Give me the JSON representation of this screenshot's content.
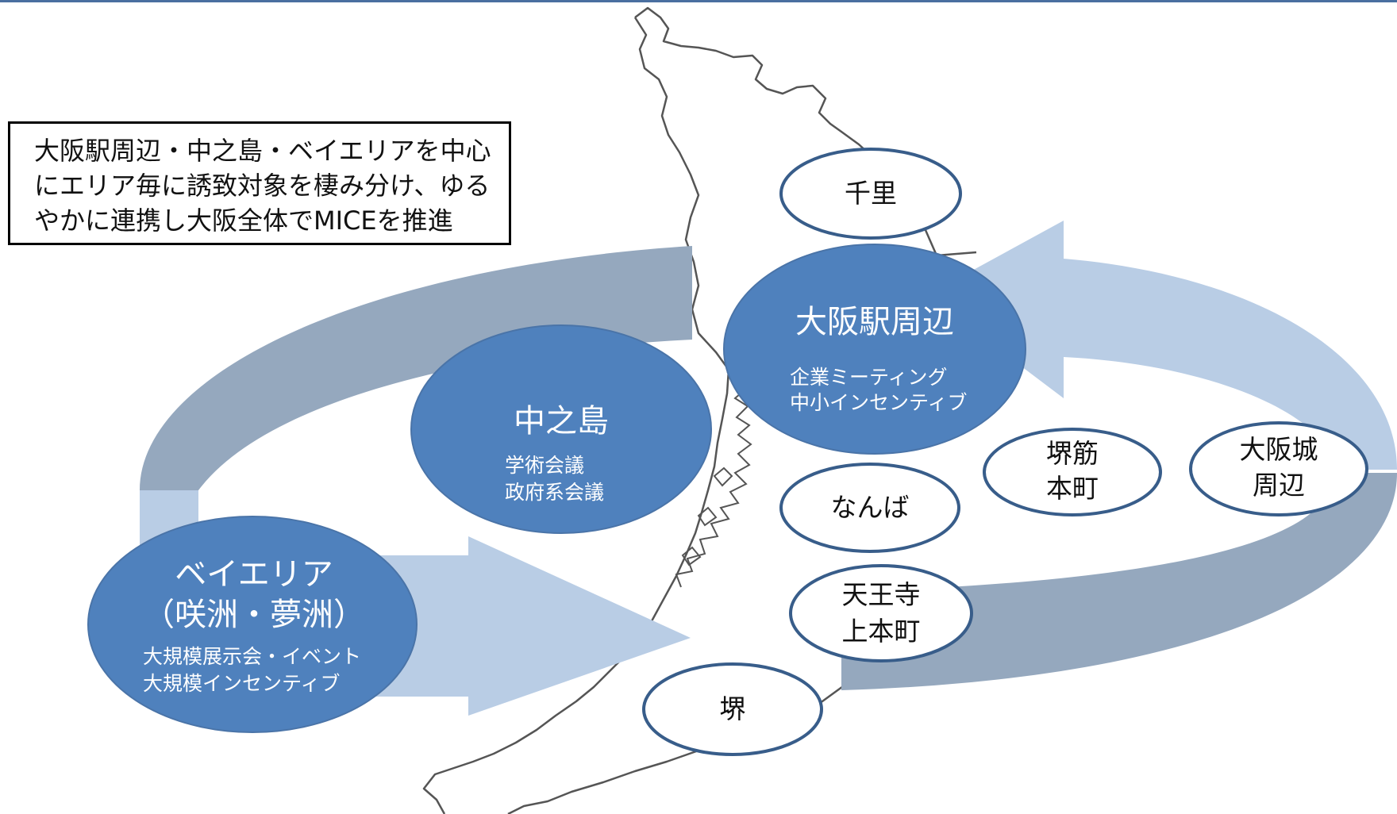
{
  "callout": {
    "lines": [
      "大阪駅周辺・中之島・ベイエリアを中心",
      "にエリア毎に誘致対象を棲み分け、ゆる",
      "やかに連携し大阪全体でMICEを推進"
    ]
  },
  "hubs": {
    "osaka_station": {
      "title": "大阪駅周辺",
      "sub": [
        "企業ミーティング",
        "中小インセンティブ"
      ]
    },
    "nakanoshima": {
      "title": "中之島",
      "sub": [
        "学術会議",
        "政府系会議"
      ]
    },
    "bay_area": {
      "title": [
        "ベイエリア",
        "（咲洲・夢洲）"
      ],
      "sub": [
        "大規模展示会・イベント",
        "大規模インセンティブ"
      ]
    }
  },
  "areas": {
    "senri": [
      "千里"
    ],
    "namba": [
      "なんば"
    ],
    "tennoji": [
      "天王寺",
      "上本町"
    ],
    "sakai": [
      "堺"
    ],
    "sakaisuji": [
      "堺筋",
      "本町"
    ],
    "osaka_castle": [
      "大阪城",
      "周辺"
    ]
  },
  "colors": {
    "hub_fill": "#4f81bd",
    "hub_stroke": "#4a74a8",
    "area_stroke": "#385d8a",
    "arrow_dark": "#95a8be",
    "arrow_light": "#b9cde5",
    "map_stroke": "#555555",
    "top_rule": "#4a6fa0"
  }
}
